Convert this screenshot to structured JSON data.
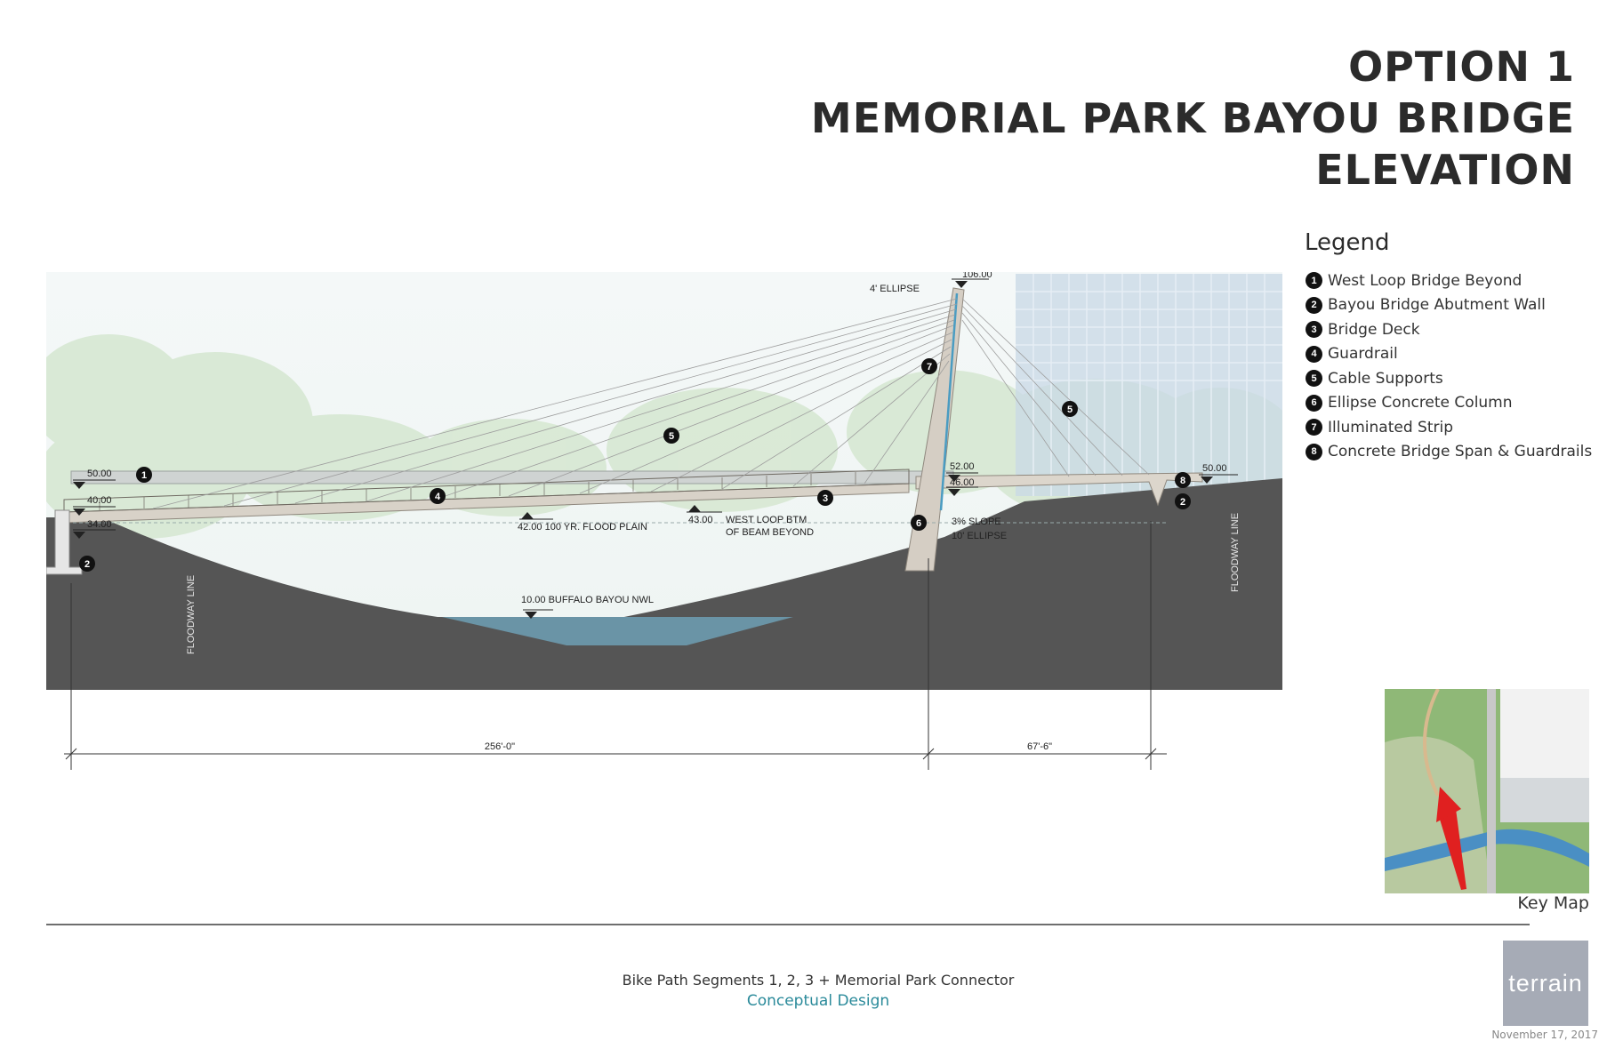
{
  "title": {
    "line1": "OPTION 1",
    "line2": "MEMORIAL PARK BAYOU BRIDGE",
    "line3": "ELEVATION"
  },
  "legend": {
    "heading": "Legend",
    "items": [
      {
        "num": "1",
        "label": "West Loop Bridge Beyond"
      },
      {
        "num": "2",
        "label": "Bayou Bridge Abutment Wall"
      },
      {
        "num": "3",
        "label": "Bridge Deck"
      },
      {
        "num": "4",
        "label": "Guardrail"
      },
      {
        "num": "5",
        "label": "Cable Supports"
      },
      {
        "num": "6",
        "label": "Ellipse Concrete Column"
      },
      {
        "num": "7",
        "label": "Illuminated Strip"
      },
      {
        "num": "8",
        "label": "Concrete Bridge Span & Guardrails"
      }
    ]
  },
  "drawing": {
    "elev_106": "106.00",
    "ellipse_4": "4' ELLIPSE",
    "elev_50_left": "50.00",
    "elev_40": "40.00",
    "elev_34": "34.00",
    "elev_52": "52.00",
    "elev_46": "46.00",
    "elev_50_right": "50.00",
    "flood_plain": "42.00 100 YR. FLOOD PLAIN",
    "elev_43": "43.00",
    "west_loop_1": "WEST LOOP BTM",
    "west_loop_2": "OF BEAM BEYOND",
    "slope": "3% SLOPE",
    "ellipse_10": "10' ELLIPSE",
    "bayou_nwl": "10.00 BUFFALO BAYOU NWL",
    "floodway_left": "FLOODWAY LINE",
    "floodway_right": "FLOODWAY LINE",
    "dim_main": "256'-0\"",
    "dim_side": "67'-6\"",
    "markers": {
      "m1": "1",
      "m2a": "2",
      "m2b": "2",
      "m3": "3",
      "m4": "4",
      "m5a": "5",
      "m5b": "5",
      "m6": "6",
      "m7": "7",
      "m8": "8"
    }
  },
  "keymap": {
    "label": "Key Map"
  },
  "footer": {
    "line1": "Bike Path Segments 1, 2, 3 + Memorial Park Connector",
    "line2": "Conceptual Design",
    "logo": "terrain",
    "date": "November 17, 2017"
  },
  "colors": {
    "ground": "#555555",
    "water": "#6a94a6",
    "deck": "#d8d2c8",
    "illuminated": "#4a9cc2",
    "accent_text": "#2a8a9a"
  }
}
